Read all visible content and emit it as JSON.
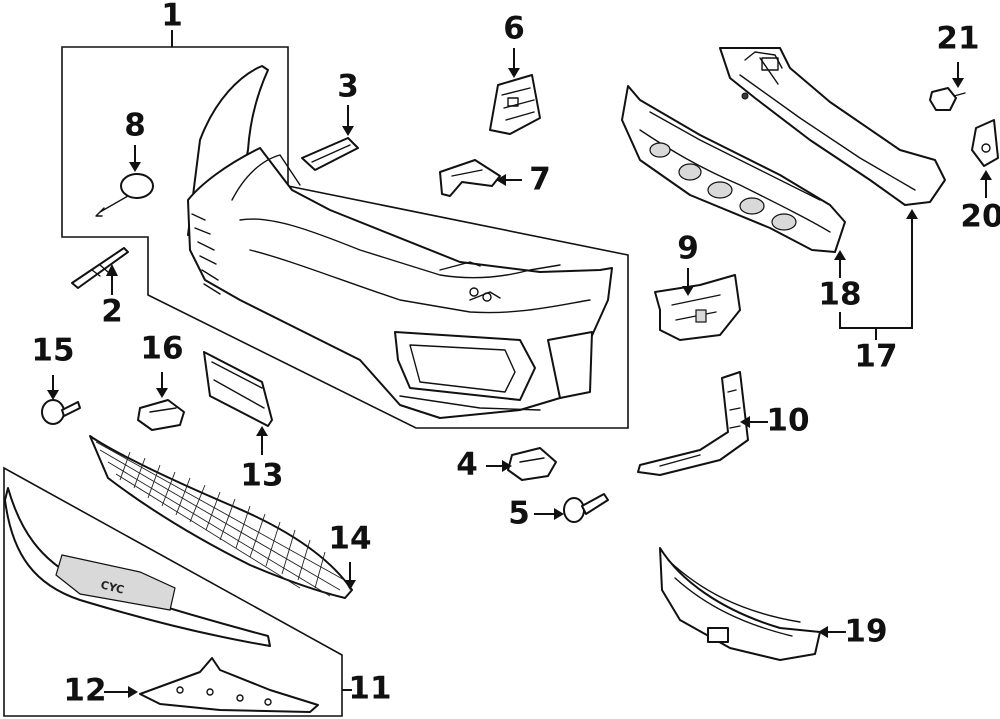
{
  "diagram": {
    "callouts": [
      {
        "id": "1",
        "label": "1"
      },
      {
        "id": "2",
        "label": "2"
      },
      {
        "id": "3",
        "label": "3"
      },
      {
        "id": "4",
        "label": "4"
      },
      {
        "id": "5",
        "label": "5"
      },
      {
        "id": "6",
        "label": "6"
      },
      {
        "id": "7",
        "label": "7"
      },
      {
        "id": "8",
        "label": "8"
      },
      {
        "id": "9",
        "label": "9"
      },
      {
        "id": "10",
        "label": "10"
      },
      {
        "id": "11",
        "label": "11"
      },
      {
        "id": "12",
        "label": "12"
      },
      {
        "id": "13",
        "label": "13"
      },
      {
        "id": "14",
        "label": "14"
      },
      {
        "id": "15",
        "label": "15"
      },
      {
        "id": "16",
        "label": "16"
      },
      {
        "id": "17",
        "label": "17"
      },
      {
        "id": "18",
        "label": "18"
      },
      {
        "id": "19",
        "label": "19"
      },
      {
        "id": "20",
        "label": "20"
      },
      {
        "id": "21",
        "label": "21"
      }
    ],
    "grille_emblem_text": "CYC",
    "colors": {
      "line": "#111111",
      "background": "#ffffff"
    }
  }
}
